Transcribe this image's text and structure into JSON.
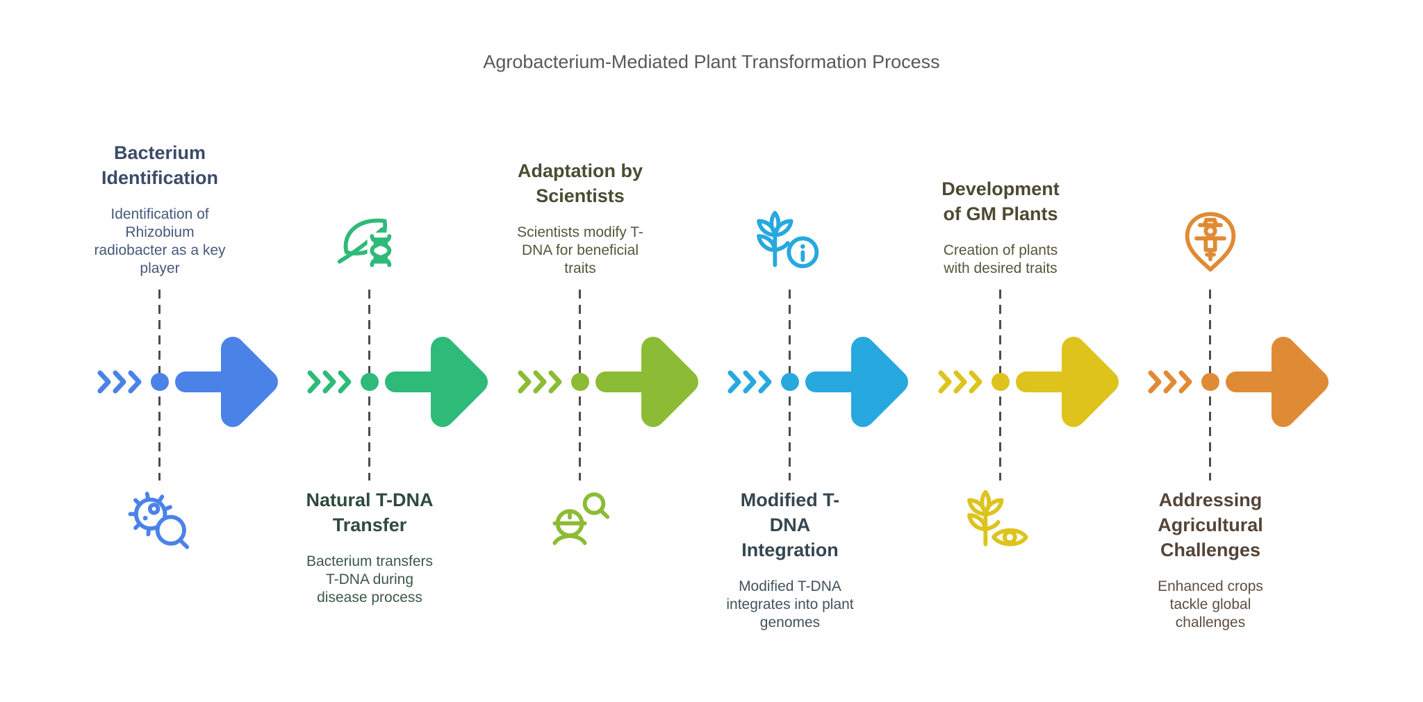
{
  "title": "Agrobacterium-Mediated Plant Transformation Process",
  "title_color": "#57585a",
  "background_color": "#ffffff",
  "connector": {
    "chevron_count": 3,
    "dashed_line_color": "#4b4b4b"
  },
  "steps": [
    {
      "heading": "Bacterium\nIdentification",
      "description": "Identification of\nRhizobium\nradiobacter as a key\nplayer",
      "color": "#4a82e8",
      "heading_color": "#3b4a68",
      "desc_color": "#46587a",
      "icon": "bacteria-magnifier-icon",
      "text_position": "top",
      "icon_position": "bottom"
    },
    {
      "heading": "Natural T-DNA\nTransfer",
      "description": "Bacterium transfers\nT-DNA during\ndisease process",
      "color": "#2eba78",
      "heading_color": "#2f4a3c",
      "desc_color": "#3d5848",
      "icon": "leaf-dna-icon",
      "text_position": "bottom",
      "icon_position": "top"
    },
    {
      "heading": "Adaptation by\nScientists",
      "description": "Scientists modify T-\nDNA for beneficial\ntraits",
      "color": "#8cbb35",
      "heading_color": "#494b33",
      "desc_color": "#54573b",
      "icon": "engineer-magnifier-icon",
      "text_position": "top",
      "icon_position": "bottom"
    },
    {
      "heading": "Modified T-\nDNA\nIntegration",
      "description": "Modified T-DNA\nintegrates into plant\ngenomes",
      "color": "#27a8df",
      "heading_color": "#35464f",
      "desc_color": "#42525b",
      "icon": "plant-info-icon",
      "text_position": "bottom",
      "icon_position": "top"
    },
    {
      "heading": "Development\nof GM Plants",
      "description": "Creation of plants\nwith desired traits",
      "color": "#ddc31c",
      "heading_color": "#4b4930",
      "desc_color": "#57543a",
      "icon": "plant-eye-icon",
      "text_position": "top",
      "icon_position": "bottom"
    },
    {
      "heading": "Addressing\nAgricultural\nChallenges",
      "description": "Enhanced crops\ntackle global\nchallenges",
      "color": "#df8b35",
      "heading_color": "#544437",
      "desc_color": "#5f4d40",
      "icon": "scarecrow-pin-icon",
      "text_position": "bottom",
      "icon_position": "top"
    }
  ]
}
